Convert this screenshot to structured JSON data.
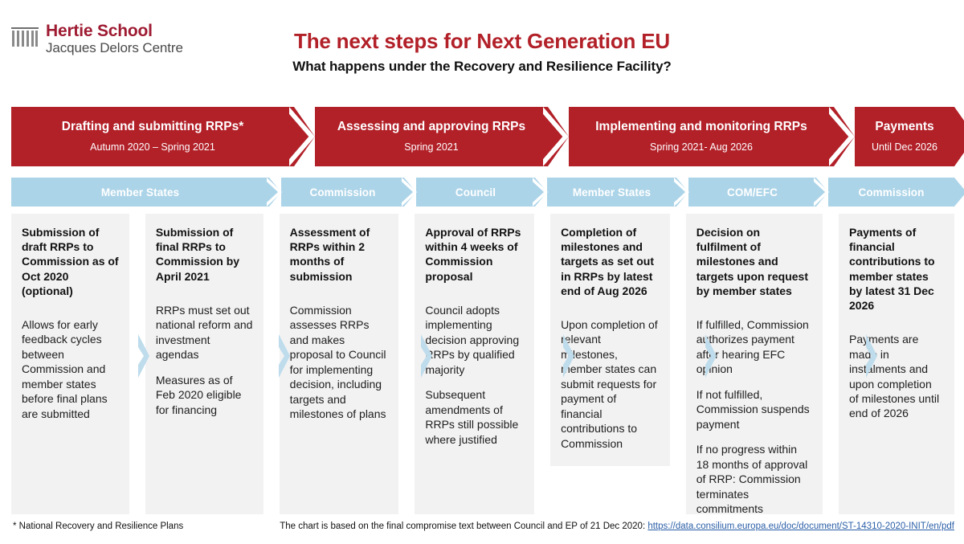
{
  "brand": {
    "icon": "columns-building-icon",
    "line1": "Hertie School",
    "line2": "Jacques Delors Centre"
  },
  "colors": {
    "red": "#B22028",
    "blue": "#ACD4E8",
    "card_bg": "#F2F2F2",
    "link": "#2B5FA8"
  },
  "title": {
    "main": "The next steps for Next Generation EU",
    "sub": "What happens under the Recovery and Resilience Facility?"
  },
  "phases": [
    {
      "title": "Drafting and submitting RRPs*",
      "period": "Autumn 2020 – Spring 2021"
    },
    {
      "title": "Assessing and approving RRPs",
      "period": "Spring 2021"
    },
    {
      "title": "Implementing and monitoring RRPs",
      "period": "Spring 2021- Aug 2026"
    },
    {
      "title": "Payments",
      "period": "Until Dec 2026"
    }
  ],
  "actors": [
    {
      "label": "Member States"
    },
    {
      "label": "Commission"
    },
    {
      "label": "Council"
    },
    {
      "label": "Member States"
    },
    {
      "label": "COM/EFC"
    },
    {
      "label": "Commission"
    }
  ],
  "steps": [
    {
      "title": "Submission of draft RRPs to Commission as of Oct 2020 (optional)",
      "paragraphs": [
        "Allows for early feedback cycles between Commission and member states before final plans are submitted"
      ]
    },
    {
      "title": "Submission of final RRPs to Commission by April 2021",
      "paragraphs": [
        "RRPs must set out national reform and investment agendas",
        "Measures as of Feb 2020 eligible for financing"
      ]
    },
    {
      "title": "Assessment of RRPs within 2 months of submission",
      "paragraphs": [
        "Commission assesses RRPs and makes proposal to Council for implementing decision, including targets and milestones of plans"
      ]
    },
    {
      "title": "Approval of RRPs within 4 weeks of Commission proposal",
      "paragraphs": [
        "Council adopts implementing decision approving RRPs by qualified majority",
        "Subsequent amendments of RRPs still possible where justified"
      ]
    },
    {
      "title": "Completion of milestones and targets as set out in RRPs by latest end of Aug 2026",
      "paragraphs": [
        "Upon completion of relevant milestones, member states can submit requests for payment of financial contributions to Commission"
      ]
    },
    {
      "title": "Decision on fulfilment of milestones and targets upon request by member states",
      "paragraphs": [
        "If fulfilled, Commission authorizes payment after hearing EFC opinion",
        "If not fulfilled, Commission suspends payment",
        "If no progress within 18 months of approval of RRP: Commission terminates commitments"
      ]
    },
    {
      "title": "Payments of financial contributions to member states by latest 31 Dec 2026",
      "paragraphs": [
        "Payments are made in instalments and upon completion of milestones until end of 2026"
      ]
    }
  ],
  "footer": {
    "footnote": "* National Recovery and Resilience Plans",
    "source_prefix": "The chart is based on the final compromise text between Council and EP of 21 Dec 2020: ",
    "source_link": "https://data.consilium.europa.eu/doc/document/ST-14310-2020-INIT/en/pdf"
  }
}
